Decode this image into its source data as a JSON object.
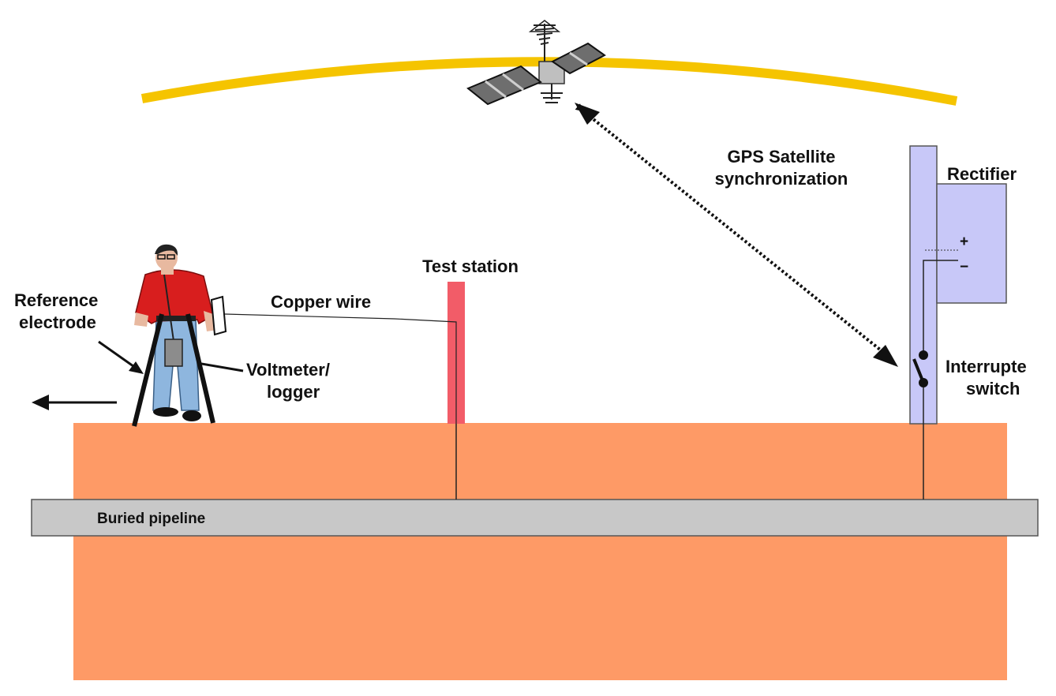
{
  "labels": {
    "gps_line1": "GPS Satellite",
    "gps_line2": "synchronization",
    "rectifier": "Rectifier",
    "plus": "+",
    "minus": "−",
    "interrupter_line1": "Interrupte",
    "interrupter_line2": "switch",
    "test_station": "Test station",
    "copper_wire": "Copper wire",
    "reference_line1": "Reference",
    "reference_line2": "electrode",
    "voltmeter_line1": "Voltmeter/",
    "voltmeter_line2": "logger",
    "pipeline": "Buried pipeline"
  },
  "colors": {
    "soil": "#fe9a66",
    "pipeline": "#c8c8c8",
    "orbit": "#f5c400",
    "rectifier": "#c8c8f8",
    "test_station": "#f25c68",
    "shirt": "#d81e1e",
    "jeans": "#8eb6de"
  },
  "icons": {
    "satellite": "satellite-icon",
    "person": "surveyor-person-icon",
    "switch": "switch-icon"
  }
}
